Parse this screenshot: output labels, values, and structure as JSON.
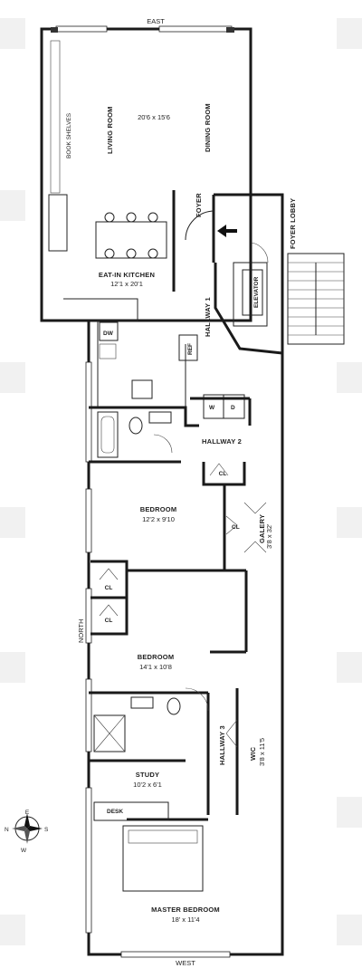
{
  "compass": {
    "e": "E",
    "s": "S",
    "w": "W",
    "n": "N"
  },
  "orientation": {
    "east": "EAST",
    "west": "WEST",
    "north": "NORTH"
  },
  "rooms": {
    "living_room": {
      "label": "LIVING ROOM"
    },
    "dining_room": {
      "label": "DINING ROOM"
    },
    "living_dining_dim": "20'6 x 15'6",
    "book_shelves": "BOOK SHELVES",
    "foyer": "FOYER",
    "foyer_lobby": "FOYER LOBBY",
    "elevator": "ELEVATOR",
    "kitchen": {
      "label": "EAT-IN KITCHEN",
      "dim": "12'1 x 20'1"
    },
    "dw": "DW",
    "ref": "REF",
    "hallway1": "HALLWAY 1",
    "hallway2": "HALLWAY 2",
    "hallway3": "HALLWAY 3",
    "washer": "W",
    "dryer": "D",
    "closet": "CL",
    "bedroom1": {
      "label": "BEDROOM",
      "dim": "12'2 x 9'10"
    },
    "gallery": {
      "label": "GALERY",
      "dim": "3'8 x 32'"
    },
    "bedroom2": {
      "label": "BEDROOM",
      "dim": "14'1 x 10'8"
    },
    "wic": {
      "label": "WIC",
      "dim": "3'8 x 11'5"
    },
    "study": {
      "label": "STUDY",
      "dim": "10'2 x 6'1"
    },
    "desk": "DESK",
    "master": {
      "label": "MASTER BEDROOM",
      "dim": "18' x 11'4"
    }
  }
}
